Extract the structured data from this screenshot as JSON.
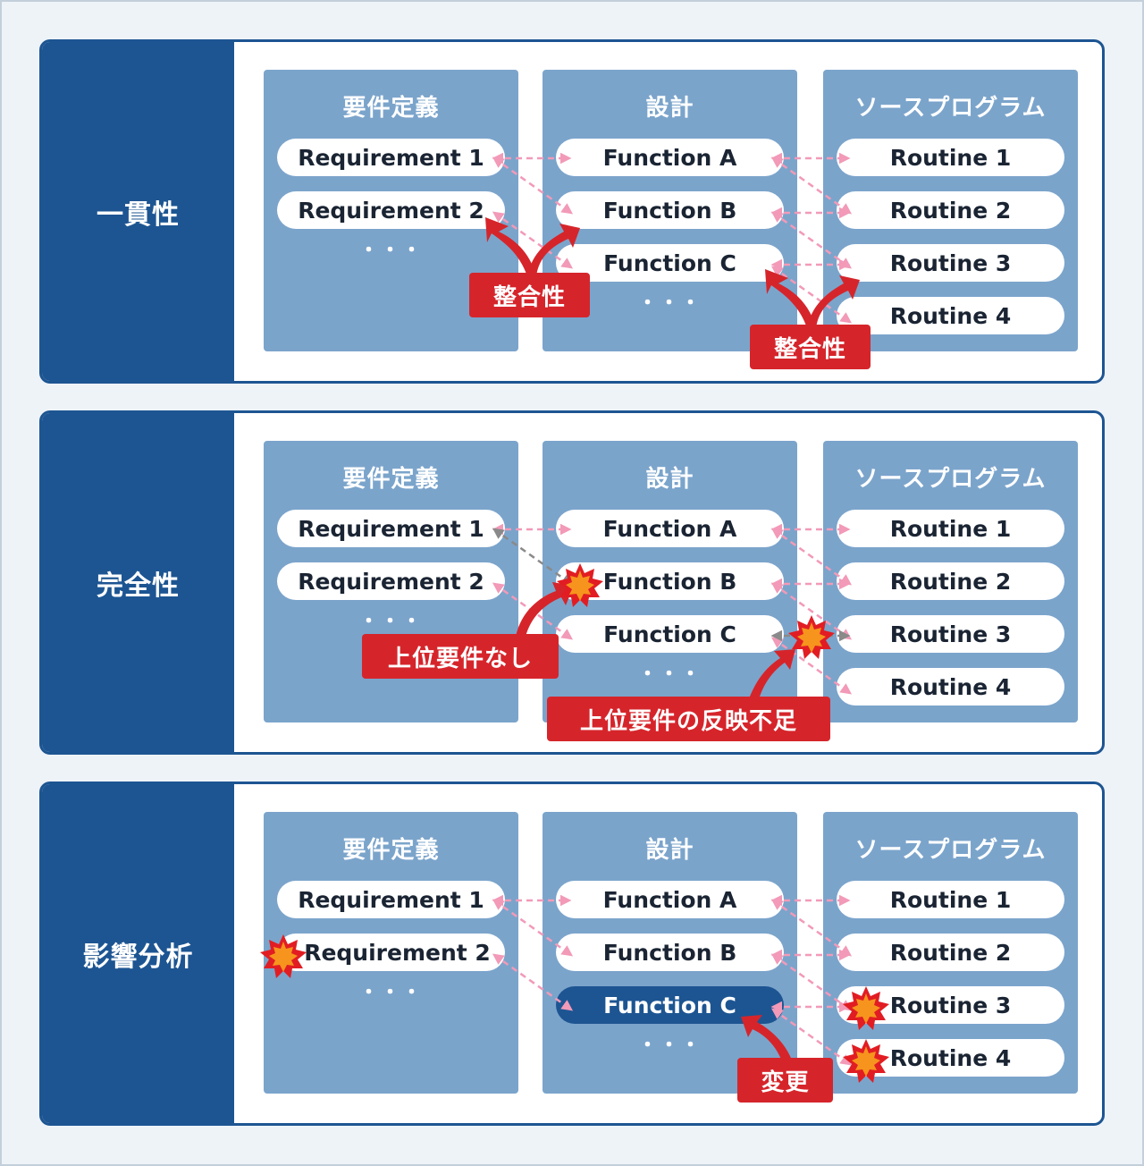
{
  "columns": {
    "requirements": "要件定義",
    "design": "設計",
    "source": "ソースプログラム"
  },
  "requirements": [
    "Requirement 1",
    "Requirement 2"
  ],
  "functions": [
    "Function A",
    "Function B",
    "Function C"
  ],
  "routines": [
    "Routine 1",
    "Routine 2",
    "Routine 3",
    "Routine 4"
  ],
  "ellipsis": "・・・",
  "sections": [
    {
      "label": "一貫性",
      "badges": [
        "整合性",
        "整合性"
      ]
    },
    {
      "label": "完全性",
      "badges": [
        "上位要件なし",
        "上位要件の反映不足"
      ]
    },
    {
      "label": "影響分析",
      "badges": [
        "変更"
      ]
    }
  ],
  "colors": {
    "navy": "#1d5592",
    "column": "#7ba4cb",
    "trace_arrow": "#f29ab8",
    "missing_arrow": "#8a8a8a",
    "badge": "#d5252b",
    "burst_outer": "#e11d23",
    "burst_inner": "#f7941d"
  },
  "icons": [
    "burst-icon",
    "curved-arrow-icon",
    "dashed-double-arrow-icon"
  ]
}
